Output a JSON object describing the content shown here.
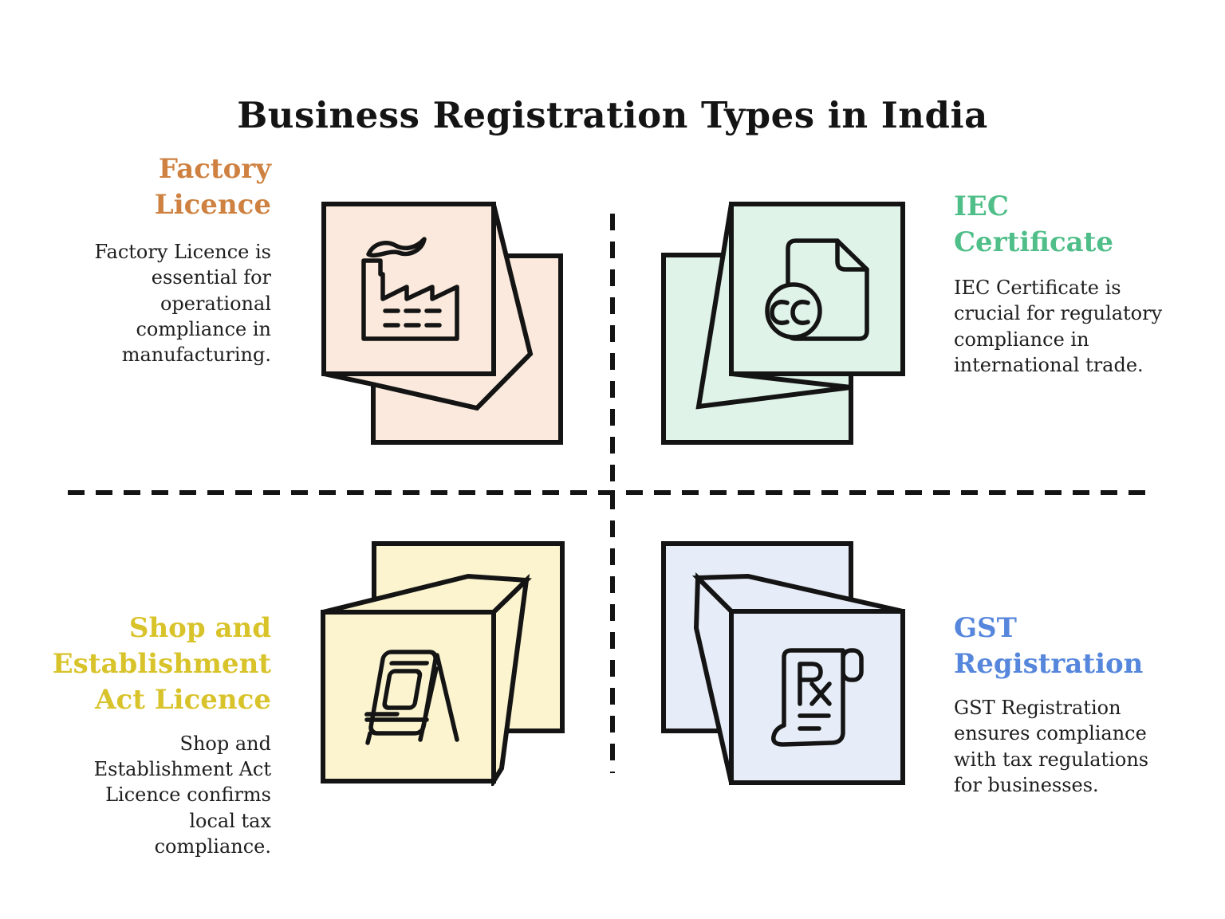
{
  "title": "Business Registration Types in India",
  "colors": {
    "background": "#ffffff",
    "title": "#141414",
    "body_text": "#1e1e1e",
    "outline": "#141414",
    "factory_accent": "#ce8140",
    "factory_fill": "#fae9dc",
    "iec_accent": "#4fbe88",
    "iec_fill": "#dff3e8",
    "shop_accent": "#d9c32b",
    "shop_fill": "#fbf4cf",
    "gst_accent": "#5687dc",
    "gst_fill": "#e7edf8"
  },
  "quadrants": {
    "q1": {
      "heading": "Factory Licence",
      "heading_lines": [
        "Factory",
        "Licence"
      ],
      "description": "Factory Licence is essential for operational compliance in manufacturing.",
      "icon": "factory-icon"
    },
    "q2": {
      "heading": "IEC Certificate",
      "heading_lines": [
        "IEC",
        "Certificate"
      ],
      "description": "IEC Certificate is crucial for regulatory compliance in international trade.",
      "icon": "cc-document-icon"
    },
    "q3": {
      "heading": "Shop and Establishment Act Licence",
      "heading_lines": [
        "Shop and",
        "Establishment",
        "Act Licence"
      ],
      "description": "Shop and Establishment Act Licence confirms local tax compliance.",
      "icon": "a-frame-sign-icon"
    },
    "q4": {
      "heading": "GST Registration",
      "heading_lines": [
        "GST",
        "Registration"
      ],
      "description": "GST Registration ensures compliance with tax regulations for businesses.",
      "icon": "rx-scroll-icon"
    }
  }
}
